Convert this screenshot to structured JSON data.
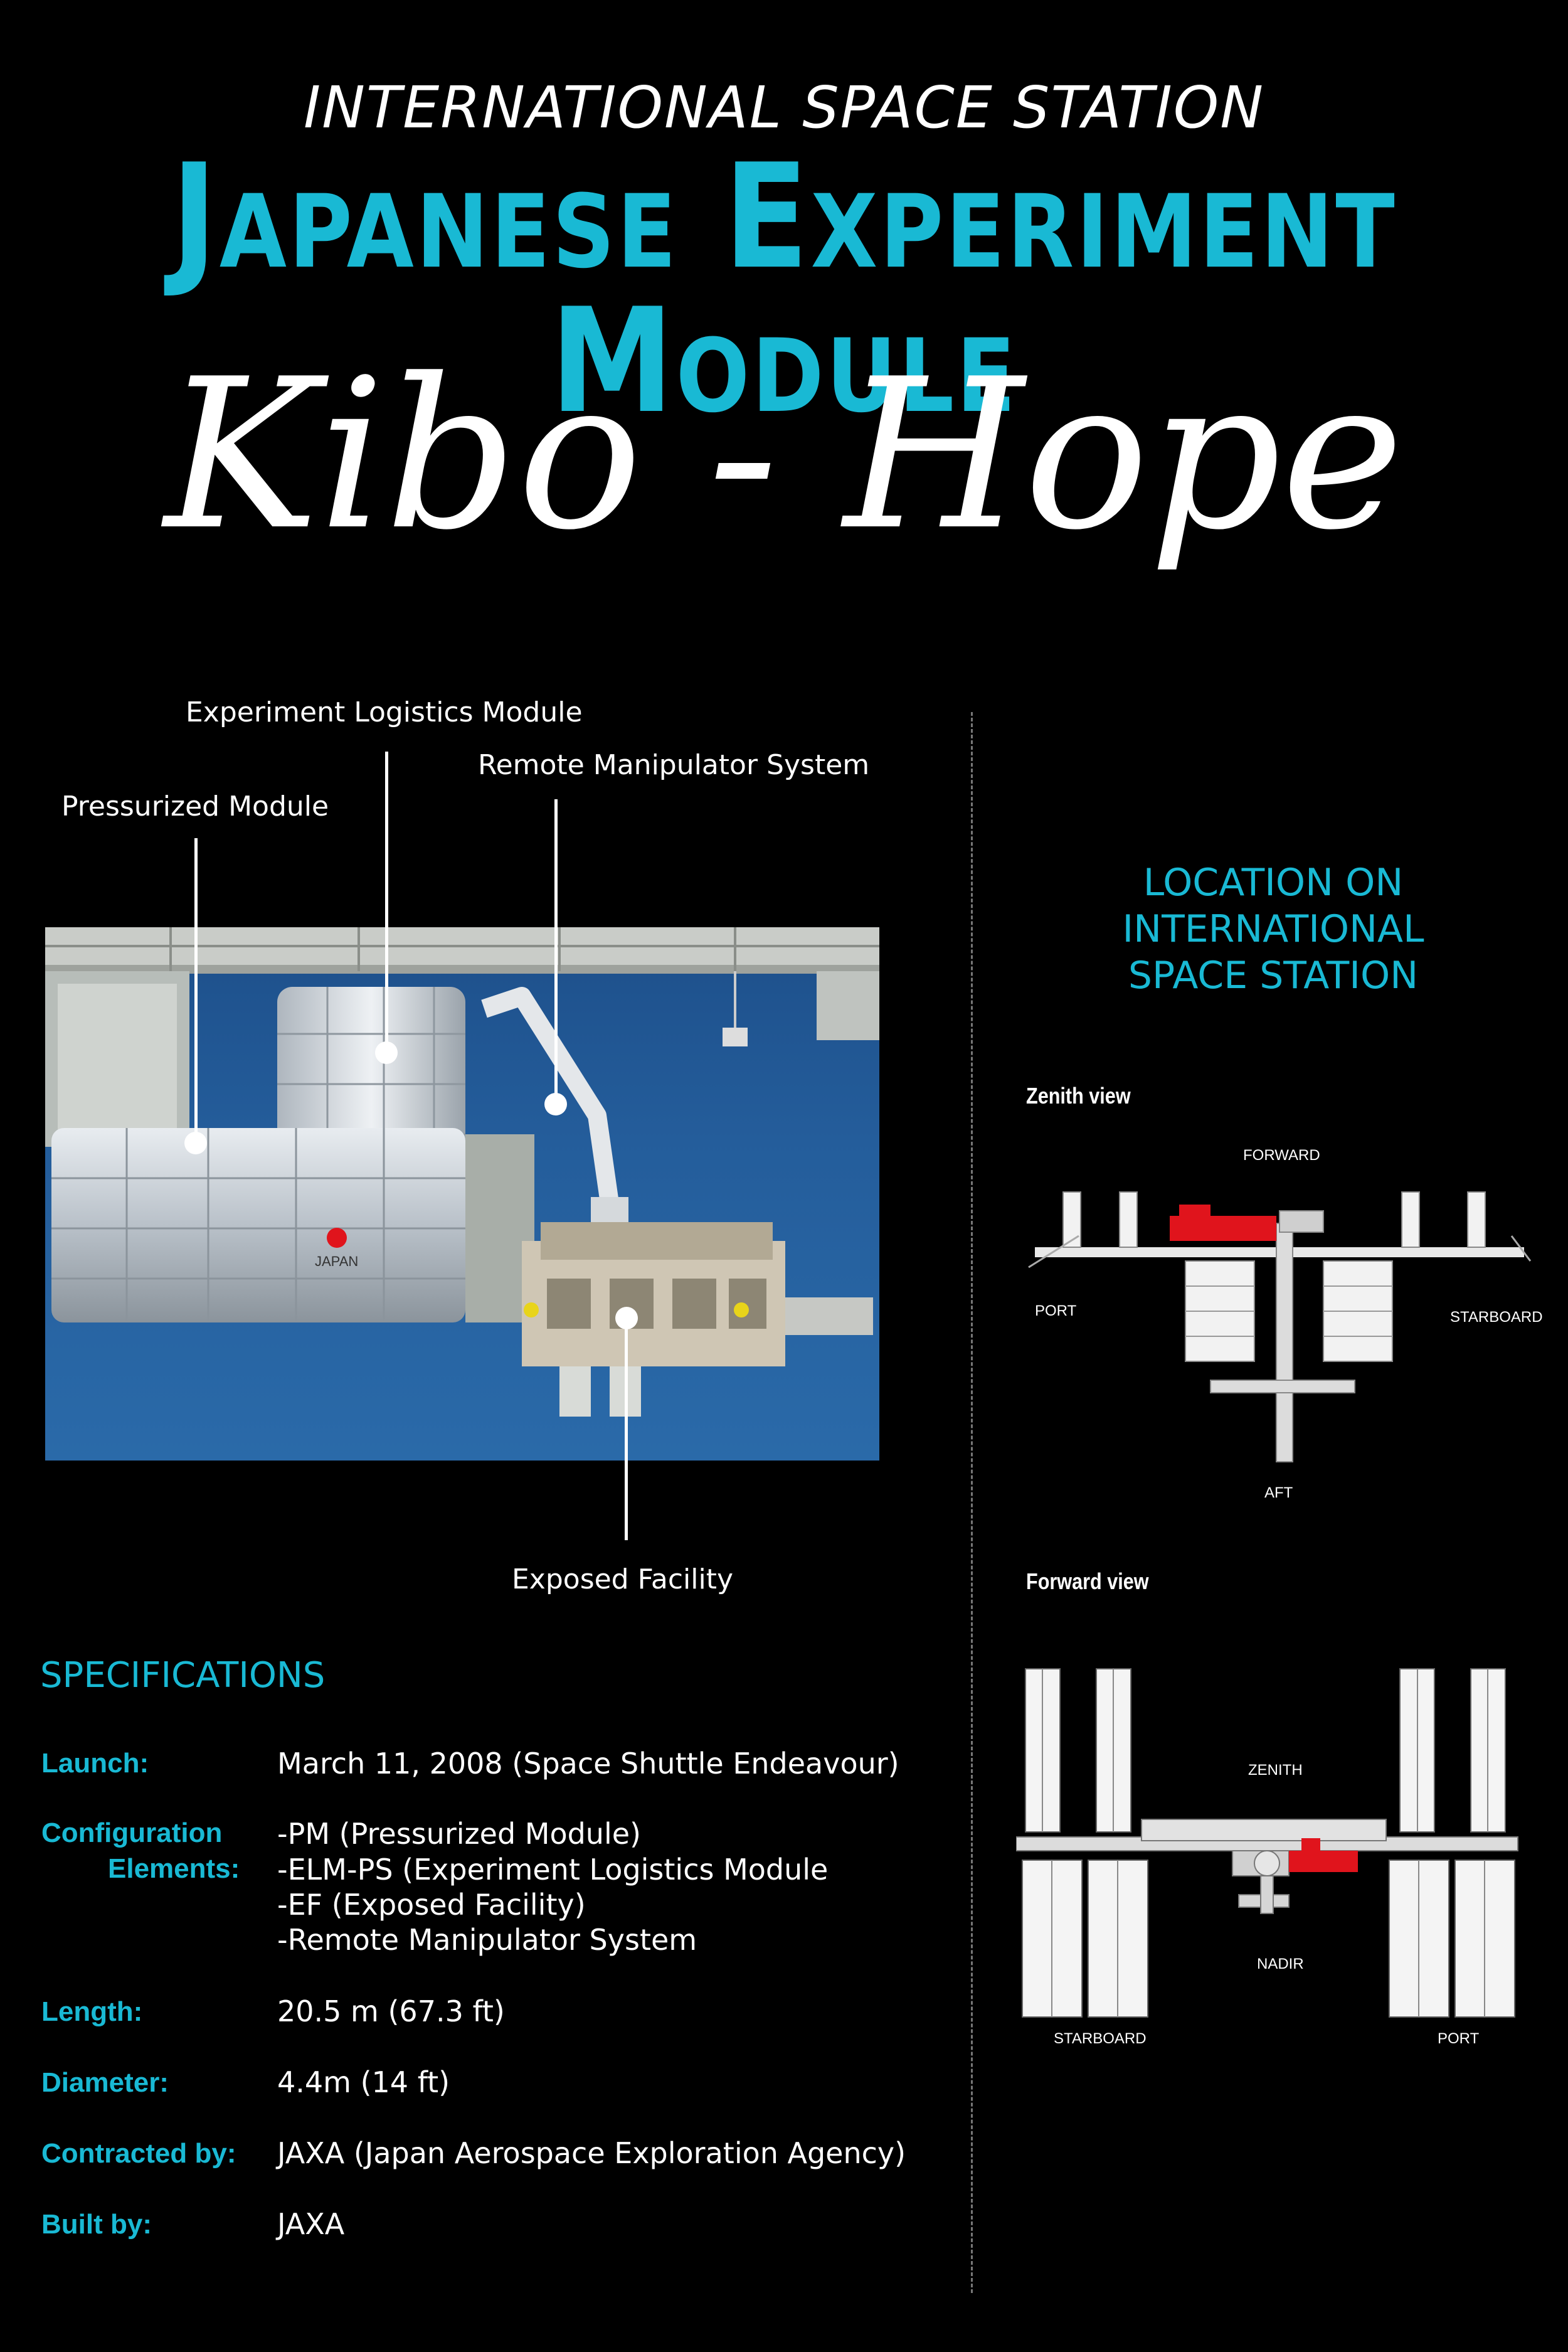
{
  "header": {
    "top_line": "INTERNATIONAL SPACE STATION",
    "main_title": "Japanese Experiment Module",
    "script_title": "Kibo - Hope"
  },
  "diagram": {
    "labels": {
      "elm": "Experiment Logistics Module",
      "rms": "Remote Manipulator System",
      "pm": "Pressurized Module",
      "ef": "Exposed Facility"
    },
    "photo_text": "JAPAN"
  },
  "specifications": {
    "heading": "SPECIFICATIONS",
    "rows": [
      {
        "key": "Launch:",
        "value": "March 11, 2008 (Space Shuttle Endeavour)"
      },
      {
        "key": "Configuration",
        "key2": "Elements:",
        "values": [
          "-PM (Pressurized Module)",
          "-ELM-PS (Experiment Logistics Module",
          "-EF (Exposed Facility)",
          "-Remote Manipulator System"
        ]
      },
      {
        "key": "Length:",
        "value": "20.5 m (67.3 ft)"
      },
      {
        "key": "Diameter:",
        "value": "4.4m (14 ft)"
      },
      {
        "key": "Contracted by:",
        "value": "JAXA (Japan Aerospace Exploration Agency)"
      },
      {
        "key": "Built by:",
        "value": "JAXA"
      }
    ]
  },
  "location": {
    "heading_lines": [
      "LOCATION ON",
      "INTERNATIONAL",
      "SPACE STATION"
    ],
    "zenith": {
      "title": "Zenith view",
      "forward": "FORWARD",
      "port": "PORT",
      "starboard": "STARBOARD",
      "aft": "AFT"
    },
    "forward_view": {
      "title": "Forward view",
      "zenith": "ZENITH",
      "nadir": "NADIR",
      "starboard": "STARBOARD",
      "port": "PORT"
    }
  },
  "colors": {
    "accent": "#19b9d4",
    "highlight": "#e0141c",
    "background": "#000000"
  }
}
